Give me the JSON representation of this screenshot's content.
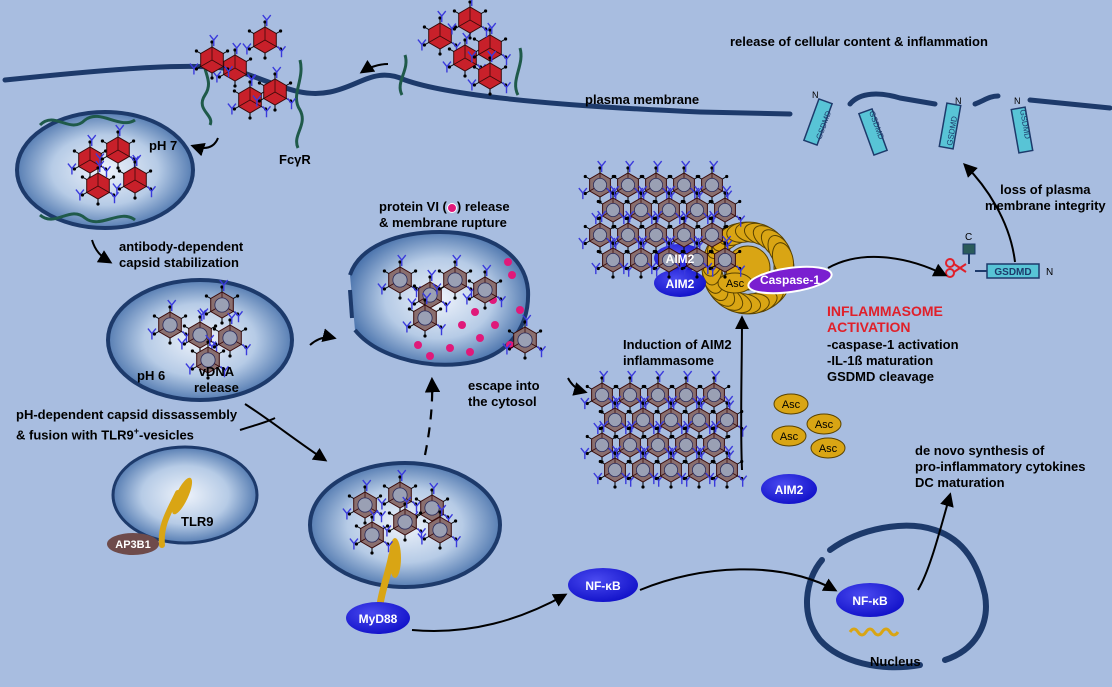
{
  "labels": {
    "release_content": "release of cellular content & inflammation",
    "plasma_membrane": "plasma membrane",
    "ph7": "pH 7",
    "fcgr": "FcγR",
    "antibody_stab_1": "antibody-dependent",
    "antibody_stab_2": "capsid stabilization",
    "ph6": "pH 6",
    "vdna_1": "vDNA",
    "vdna_2": "release",
    "ph_disassembly_1": "pH-dependent capsid dissassembly",
    "ph_disassembly_2_pre": "& fusion with TLR9",
    "ph_disassembly_2_sup": "+",
    "ph_disassembly_2_post": "-vesicles",
    "tlr9": "TLR9",
    "ap3b1": "AP3B1",
    "myd88": "MyD88",
    "nfkb_cyto": "NF-κB",
    "nfkb_nuc": "NF-κB",
    "nucleus": "Nucleus",
    "protein6_pre": "protein VI (",
    "protein6_post": ") release",
    "membrane_rupture": "& membrane rupture",
    "escape_1": "escape into",
    "escape_2": "the cytosol",
    "induction_1": "Induction of AIM2",
    "induction_2": "inflammasome",
    "aim2_a": "AIM2",
    "aim2_b": "AIM2",
    "aim2_free": "AIM2",
    "asc_inner": "Asc",
    "asc_1": "Asc",
    "asc_2": "Asc",
    "asc_3": "Asc",
    "asc_4": "Asc",
    "caspase1": "Caspase-1",
    "inflammasome_1": "INFLAMMASOME",
    "inflammasome_2": "ACTIVATION",
    "act_1": "-caspase-1 activation",
    "act_2": "-IL-1ß maturation",
    "act_3": "GSDMD cleavage",
    "loss_1": "loss of plasma",
    "loss_2": "membrane integrity",
    "gsdmd_cleaved": "GSDMD",
    "gsdmd_pore": "GSDMD",
    "n_term": "N",
    "c_term": "C",
    "denovo_1": "de novo synthesis of",
    "denovo_2": "pro-inflammatory cytokines",
    "denovo_3": "DC maturation"
  },
  "colors": {
    "background": "#a8bde0",
    "membrane": "#1d3a6b",
    "capsid": "#c8202a",
    "antibody": "#3a3adc",
    "fcgr": "#1f5a4a",
    "protein6": "#e0197a",
    "aim2": "#1515d8",
    "asc": "#d9a514",
    "caspase": "#7a1fd0",
    "gsdmd": "#58c4d6",
    "inflammasome_text": "#e0202a"
  }
}
